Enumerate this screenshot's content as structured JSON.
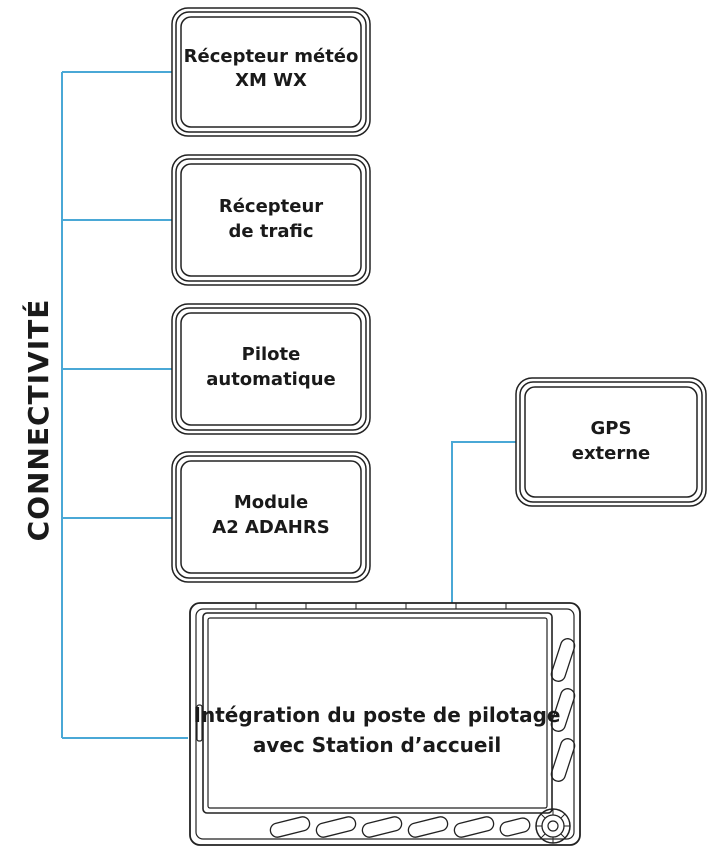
{
  "side_label": "CONNECTIVITÉ",
  "colors": {
    "connector": "#4aa8d6",
    "outline": "#222222"
  },
  "boxes": [
    {
      "id": "xm-wx",
      "line1": "Récepteur météo",
      "line2": "XM WX"
    },
    {
      "id": "trafic",
      "line1": "Récepteur",
      "line2": "de trafic"
    },
    {
      "id": "pilote",
      "line1": "Pilote",
      "line2": "automatique"
    },
    {
      "id": "adahrs",
      "line1": "Module",
      "line2": "A2 ADAHRS"
    },
    {
      "id": "gps",
      "line1": "GPS",
      "line2": "externe"
    }
  ],
  "display": {
    "line1": "Intégration du poste de pilotage",
    "line2": "avec Station d’accueil"
  }
}
